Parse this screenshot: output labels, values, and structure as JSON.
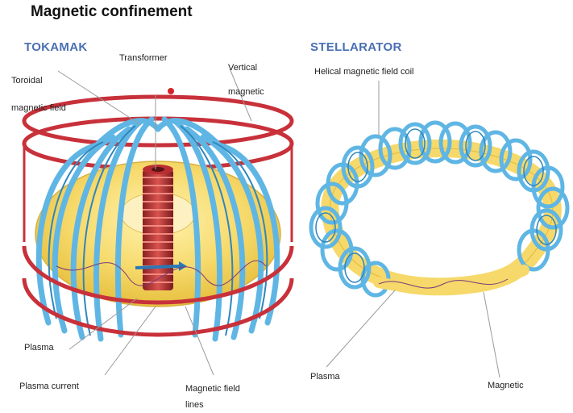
{
  "title": "Magnetic confinement",
  "colors": {
    "section_heading": "#4a6fb3",
    "coil_red": "#c8313a",
    "coil_blue": "#5fb6e4",
    "plasma_yellow": "#f6d96a",
    "leader_line": "#9a9a9a"
  },
  "tokamak": {
    "heading": "TOKAMAK",
    "labels": {
      "toroidal": "Toroidal magnetic field",
      "transformer": "Transformer",
      "vertical": "Vertical magnetic",
      "plasma": "Plasma",
      "plasma_current": "Plasma current",
      "magnetic": "Magnetic field lines"
    }
  },
  "stellarator": {
    "heading": "STELLARATOR",
    "labels": {
      "helical": "Helical magnetic field coil",
      "plasma": "Plasma",
      "magnetic": "Magnetic"
    }
  }
}
